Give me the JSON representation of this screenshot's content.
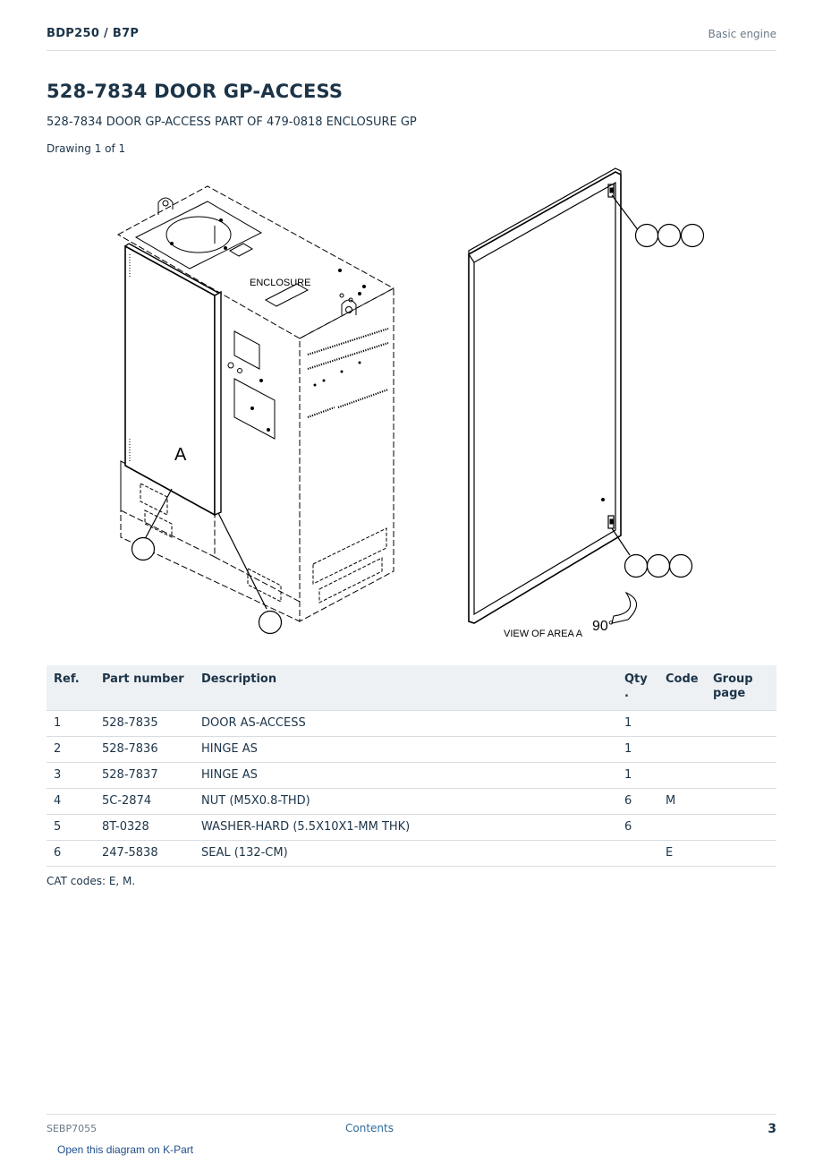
{
  "header": {
    "doc_id": "BDP250  /  B7P",
    "section": "Basic engine"
  },
  "title": "528-7834 DOOR GP-ACCESS",
  "subtitle": "528-7834 DOOR GP-ACCESS PART OF 479-0818 ENCLOSURE GP",
  "drawing_count": "Drawing 1 of 1",
  "drawing": {
    "label_enclosure": "ENCLOSURE",
    "label_area": "A",
    "label_view": "VIEW OF AREA A",
    "label_rotation": "90°"
  },
  "table": {
    "headers": {
      "ref": "Ref.",
      "part": "Part number",
      "desc": "Description",
      "qty": "Qty .",
      "code": "Code",
      "group": "Group page"
    },
    "rows": [
      {
        "ref": "1",
        "part": "528-7835",
        "desc": "DOOR AS-ACCESS",
        "qty": "1",
        "code": "",
        "group": ""
      },
      {
        "ref": "2",
        "part": "528-7836",
        "desc": "HINGE AS",
        "qty": "1",
        "code": "",
        "group": ""
      },
      {
        "ref": "3",
        "part": "528-7837",
        "desc": "HINGE AS",
        "qty": "1",
        "code": "",
        "group": ""
      },
      {
        "ref": "4",
        "part": "5C-2874",
        "desc": "NUT (M5X0.8-THD)",
        "qty": "6",
        "code": "M",
        "group": ""
      },
      {
        "ref": "5",
        "part": "8T-0328",
        "desc": "WASHER-HARD (5.5X10X1-MM THK)",
        "qty": "6",
        "code": "",
        "group": ""
      },
      {
        "ref": "6",
        "part": "247-5838",
        "desc": "SEAL (132-CM)",
        "qty": "",
        "code": "E",
        "group": ""
      }
    ]
  },
  "cat_codes": "CAT codes: E, M.",
  "footer": {
    "code": "SEBP7055",
    "contents_link": "Contents",
    "page": "3"
  },
  "kpart_link": "Open this diagram on K-Part"
}
